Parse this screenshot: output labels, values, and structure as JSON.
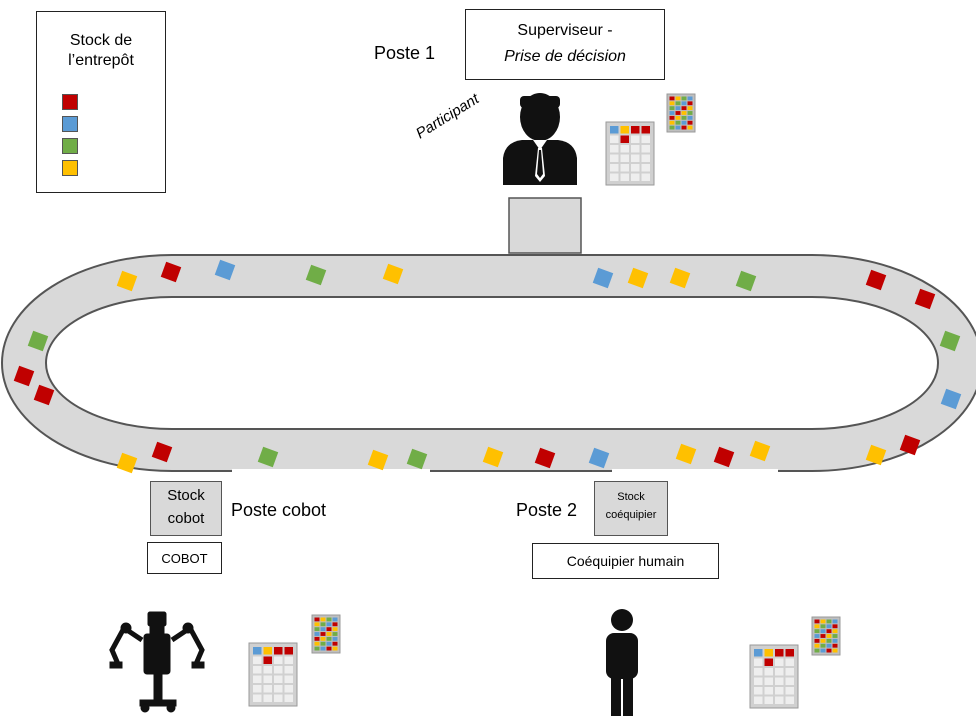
{
  "legend": {
    "title_line1": "Stock de",
    "title_line2": "l’entrepôt",
    "swatches": [
      {
        "color_name": "red",
        "color": "#c00000"
      },
      {
        "color_name": "blue",
        "color": "#5b9bd5"
      },
      {
        "color_name": "green",
        "color": "#70ad47"
      },
      {
        "color_name": "yellow",
        "color": "#ffc000"
      }
    ]
  },
  "poste1": {
    "label": "Poste 1",
    "supervisor_line1": "Superviseur -",
    "supervisor_line2": "Prise de décision",
    "participant_label": "Participant"
  },
  "cobot_station": {
    "stock_line1": "Stock",
    "stock_line2": "cobot",
    "label": "Poste cobot",
    "name": "COBOT"
  },
  "poste2": {
    "label": "Poste 2",
    "stock_line1": "Stock",
    "stock_line2": "coéquipier",
    "name": "Coéquipier humain"
  },
  "colors": {
    "red": "#c00000",
    "blue": "#5b9bd5",
    "green": "#70ad47",
    "yellow": "#ffc000",
    "conveyor": "#d9d9d9",
    "figure": "#111111"
  }
}
